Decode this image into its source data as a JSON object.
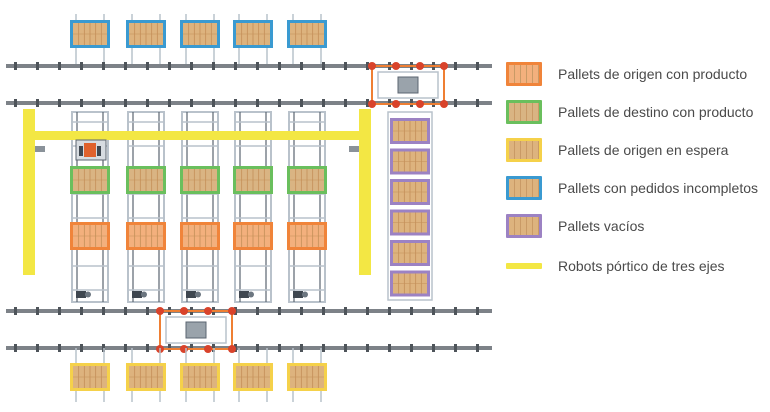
{
  "legend": {
    "items": [
      {
        "key": "source_with_product",
        "label": "Pallets de origen con producto",
        "border": "#f0843a",
        "fill": "#f3b07d"
      },
      {
        "key": "dest_with_product",
        "label": "Pallets de destino con producto",
        "border": "#6abf5d",
        "fill": "#d9b483"
      },
      {
        "key": "source_waiting",
        "label": "Pallets de origen en espera",
        "border": "#f5d14a",
        "fill": "#ddb37e"
      },
      {
        "key": "incomplete_orders",
        "label": "Pallets con pedidos incompletos",
        "border": "#3a9ad1",
        "fill": "#ddb37e"
      },
      {
        "key": "empty",
        "label": "Pallets vacíos",
        "border": "#9c82c3",
        "fill": "#ddb37e"
      },
      {
        "key": "gantry_robots",
        "label": "Robots pórtico de tres ejes",
        "line": "#f3e744"
      }
    ]
  },
  "colors": {
    "rail": "#7d8288",
    "rack": "#b9c2cb",
    "rack_dark": "#5b6570",
    "gantry": "#f3e744",
    "carriage": "#ef7f33",
    "carriage_red": "#d9432b"
  }
}
